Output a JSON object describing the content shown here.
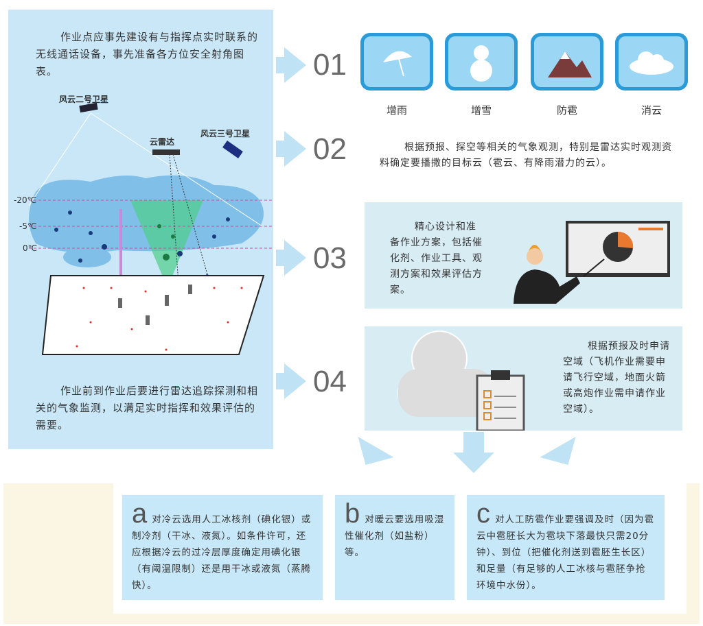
{
  "left_panel": {
    "top_text": "作业点应事先建设有与指挥点实时联系的无线通话设备，事先准备各方位安全射角图表。",
    "satellite_1": "风云二号卫星",
    "radar": "云雷达",
    "satellite_3": "风云三号卫星",
    "temps": [
      "-20℃",
      "-5℃",
      "0℃"
    ],
    "bottom_text": "作业前到作业后要进行雷达追踪探测和相关的气象监测，以满足实时指挥和效果评估的需要。"
  },
  "steps": [
    {
      "number": "01",
      "icons": [
        {
          "label": "增雨",
          "icon": "umbrella-rain-icon"
        },
        {
          "label": "增雪",
          "icon": "snowman-icon"
        },
        {
          "label": "防雹",
          "icon": "mountain-hail-icon"
        },
        {
          "label": "消云",
          "icon": "cloud-icon"
        }
      ]
    },
    {
      "number": "02",
      "text": "根据预报、探空等相关的气象观测，特别是雷达实时观测资料确定要播撒的目标云（雹云、有降雨潜力的云）。"
    },
    {
      "number": "03",
      "text": "精心设计和准备作业方案，包括催化剂、作业工具、观测方案和效果评估方案。"
    },
    {
      "number": "04",
      "text": "根据预报及时申请空域（飞机作业需要申请飞行空域，地面火箭或高炮作业需申请作业空域）。"
    }
  ],
  "cards": [
    {
      "letter": "a",
      "text": "对冷云选用人工冰核剂（碘化银）或制冷剂（干冰、液氮）。如条件许可，还应根据冷云的过冷层厚度确定用碘化银（有阈温限制）还是用干冰或液氮（蒸腾快）。"
    },
    {
      "letter": "b",
      "text": "对暖云要选用吸湿性催化剂（如盐粉）等。"
    },
    {
      "letter": "c",
      "text": "对人工防雹作业要强调及时（因为雹云中雹胚长大为雹块下落最快只需20分钟）、到位（把催化剂送到雹胚生长区）和足量（有足够的人工冰核与雹胚争抢环境中水份）。"
    }
  ]
}
